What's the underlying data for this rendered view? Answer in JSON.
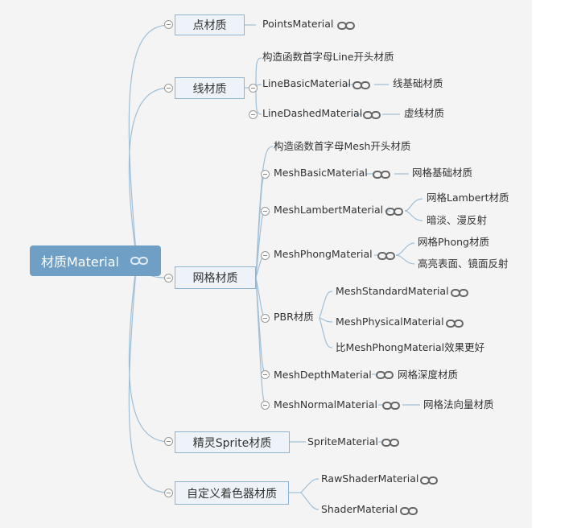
{
  "root": {
    "label": "材质Material",
    "link_icon": "link-icon"
  },
  "categories": {
    "point": "点材质",
    "line": "线材质",
    "mesh": "网格材质",
    "sprite": "精灵Sprite材质",
    "shader": "自定义着色器材质"
  },
  "point": {
    "points": "PointsMaterial"
  },
  "line": {
    "note": "构造函数首字母Line开头材质",
    "basic": "LineBasicMaterial",
    "basic_desc": "线基础材质",
    "dashed": "LineDashedMaterial",
    "dashed_desc": "虚线材质"
  },
  "mesh": {
    "note": "构造函数首字母Mesh开头材质",
    "basic": "MeshBasicMaterial",
    "basic_desc": "网格基础材质",
    "lambert": "MeshLambertMaterial",
    "lambert_desc1": "网格Lambert材质",
    "lambert_desc2": "暗淡、漫反射",
    "phong": "MeshPhongMaterial",
    "phong_desc1": "网格Phong材质",
    "phong_desc2": "高亮表面、镜面反射",
    "pbr": "PBR材质",
    "standard": "MeshStandardMaterial",
    "physical": "MeshPhysicalMaterial",
    "pbr_note": "比MeshPhongMaterial效果更好",
    "depth": "MeshDepthMaterial",
    "depth_desc": "网格深度材质",
    "normal": "MeshNormalMaterial",
    "normal_desc": "网格法向量材质"
  },
  "sprite": {
    "sprite": "SpriteMaterial"
  },
  "shader": {
    "raw": "RawShaderMaterial",
    "shader": "ShaderMaterial"
  },
  "colors": {
    "root_bg": "#6f9fc4",
    "branch": "#8fb4cf",
    "canvas": "#f4f4f5"
  }
}
